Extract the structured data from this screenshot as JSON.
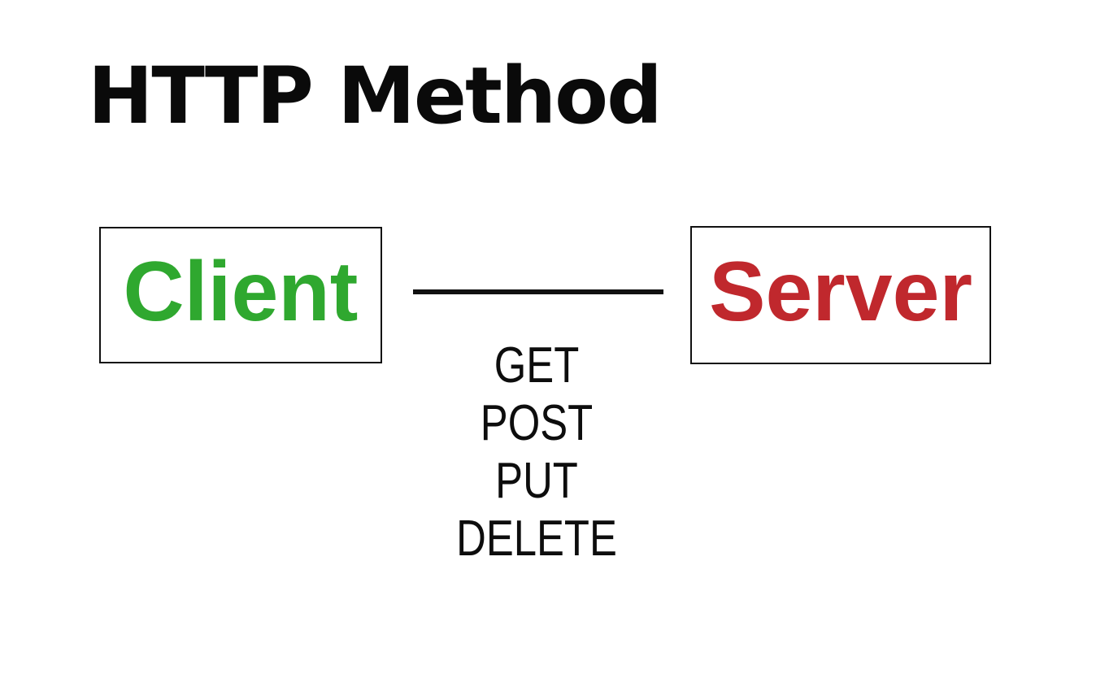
{
  "title": "HTTP Method",
  "client": {
    "label": "Client",
    "color": "#2fa82f"
  },
  "server": {
    "label": "Server",
    "color": "#c0282d"
  },
  "connector": {
    "color": "#111111"
  },
  "methods": [
    "GET",
    "POST",
    "PUT",
    "DELETE"
  ]
}
